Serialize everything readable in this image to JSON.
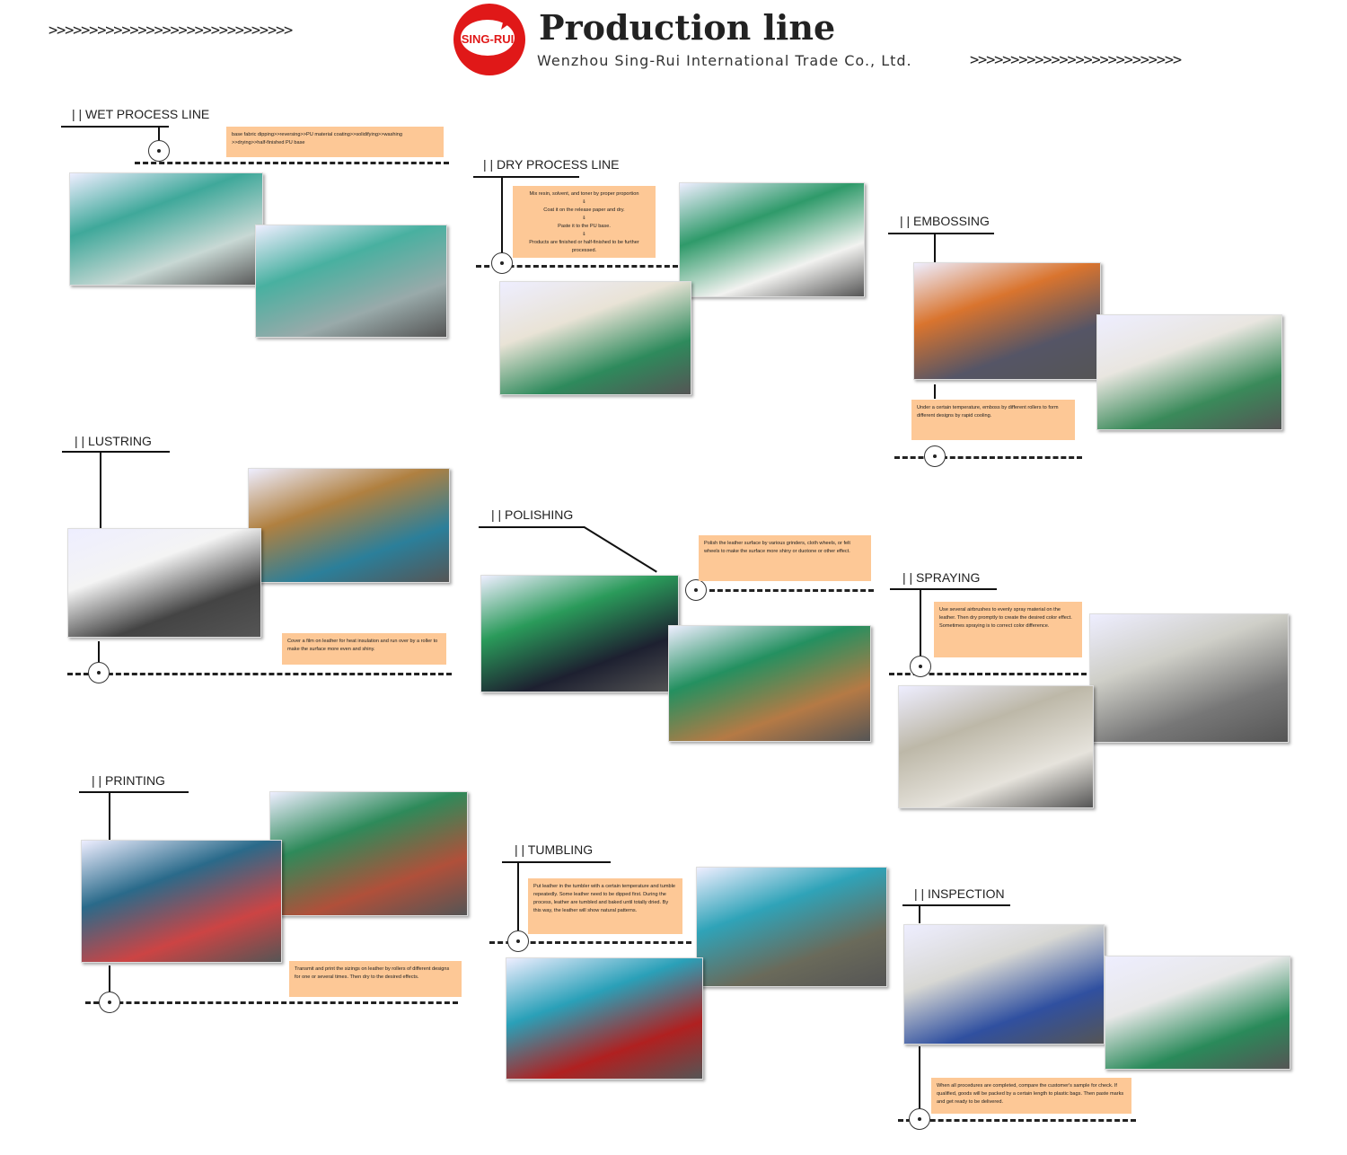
{
  "header": {
    "arrows_left": ">>>>>>>>>>>>>>>>>>>>>>>>>>>>>>",
    "arrows_right": ">>>>>>>>>>>>>>>>>>>>>>>>>>",
    "logo_text": "SING-RUI",
    "title": "Production line",
    "subtitle": "Wenzhou Sing-Rui International Trade Co., Ltd."
  },
  "colors": {
    "accent_box": "#fdc896",
    "logo_red": "#e01818"
  },
  "sections": [
    {
      "title": "| | WET PROCESS LINE",
      "description": "base fabric dipping>>reversing>>PU material coating>>solidifying>>washing >>drying>>half-finished PU base"
    },
    {
      "title": "| | DRY PROCESS LINE",
      "description": "Mix resin, solvent, and toner by proper proportion\n⇓\nCoat it on the release paper and dry.\n⇓\nPaste it to the PU base.\n⇓\nProducts are finished or half-finished to be further processed."
    },
    {
      "title": "| | EMBOSSING",
      "description": "Under a certain temperature, emboss by different rollers to form different designs by rapid cooling."
    },
    {
      "title": "| | LUSTRING",
      "description": "Cover a film on leather for heat insulation and run over by a roller to make the surface more even and shiny."
    },
    {
      "title": "| | POLISHING",
      "description": "Polish the leather surface by various grinders, cloth wheels, or felt wheels to make the surface more shiny or duotone or other effect."
    },
    {
      "title": "| | SPRAYING",
      "description": "Use several airbrushes to evenly spray material on the leather. Then dry promptly to create the desired color effect. Sometimes spraying is to correct color difference."
    },
    {
      "title": "| | PRINTING",
      "description": "Transmit and print the sizings on leather by rollers of different designs for one or several times. Then dry to the desired effects."
    },
    {
      "title": "| | TUMBLING",
      "description": "Put leather in the tumbler with a certain temperature and tumble repeatedly. Some leather need to be dipped first. During the process, leather are tumbled and baked until totally dried. By this way, the leather will show natural patterns."
    },
    {
      "title": "| | INSPECTION",
      "description": "When all procedures are completed, compare the customer's sample for check. If qualified, goods will be packed by a certain length to plastic bags. Then paste marks and get ready to be delivered."
    }
  ]
}
